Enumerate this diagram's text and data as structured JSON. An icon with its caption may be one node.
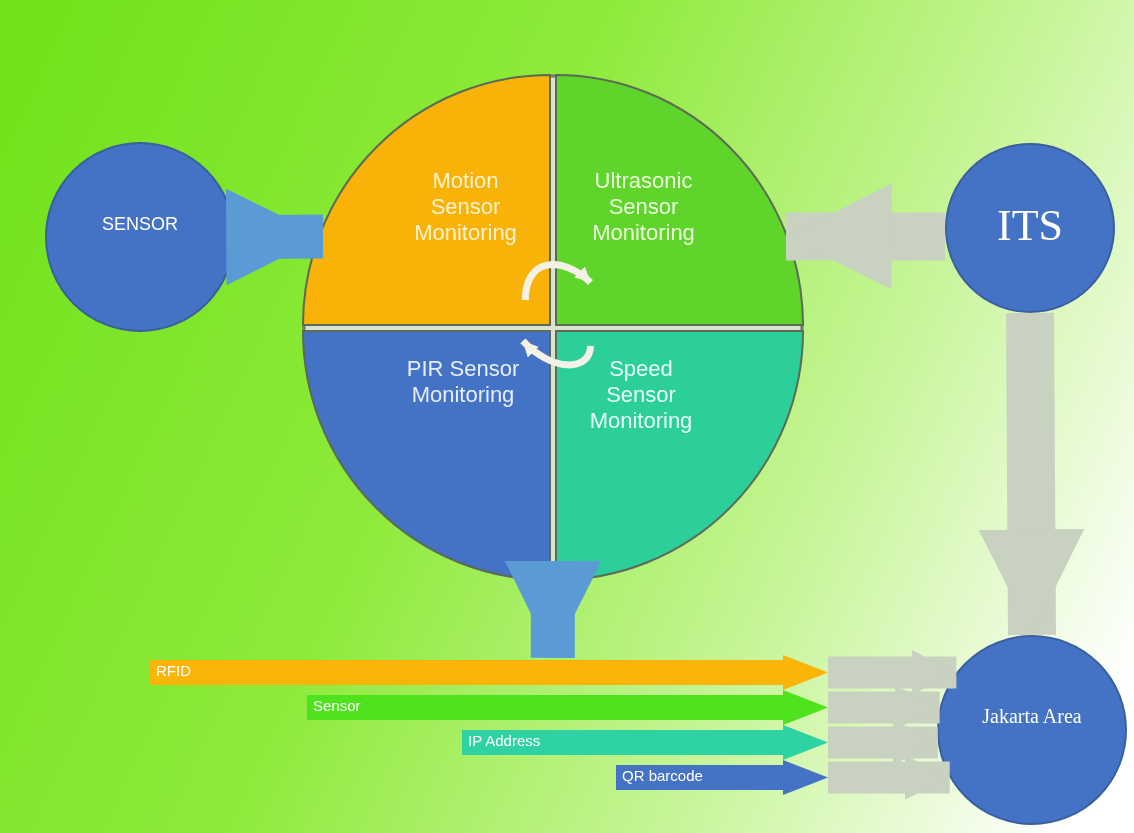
{
  "diagram": {
    "nodes": [
      {
        "text": [
          "SENSOR"
        ]
      },
      {
        "text": [],
        "shape": "circle"
      },
      {
        "text": [
          "Motion Sensor Monitoring"
        ],
        "in": 1
      },
      {
        "text": [
          "Ultrasonic Sensor Monitoring"
        ],
        "in": 1
      },
      {
        "text": [
          "PIR Sensor Monitoring"
        ],
        "in": 1
      },
      {
        "text": [
          "Speed Sensor Monitoring"
        ],
        "in": 1
      },
      {
        "text": [
          "ITS"
        ]
      },
      {
        "text": [
          "RFID"
        ]
      },
      {
        "text": [
          "Sensor"
        ]
      },
      {
        "text": [
          "IP Address"
        ]
      },
      {
        "text": [
          "QR barcode"
        ]
      },
      {
        "text": [
          "Jakarta Area"
        ]
      }
    ],
    "edges": [
      {
        "from": 0,
        "to": 1,
        "arrow": "to",
        "color": "#5b9bd5"
      },
      {
        "from": 6,
        "to": 1,
        "arrow": "to"
      },
      {
        "from": 6,
        "to": 11,
        "arrow": "to"
      },
      {
        "from": 1,
        "to": 7,
        "arrow": "to",
        "color": "#5b9bd5"
      },
      {
        "from": 2,
        "to": 3,
        "arrow": "to",
        "color": "#f4f1e6"
      },
      {
        "from": 5,
        "to": 4,
        "arrow": "to",
        "color": "#f4f1e6"
      },
      {
        "from": 7,
        "to": 11,
        "arrow": "to"
      },
      {
        "from": 8,
        "to": 11,
        "arrow": "to"
      },
      {
        "from": 9,
        "to": 11,
        "arrow": "to"
      },
      {
        "from": 10,
        "to": 11,
        "arrow": "to"
      }
    ]
  }
}
